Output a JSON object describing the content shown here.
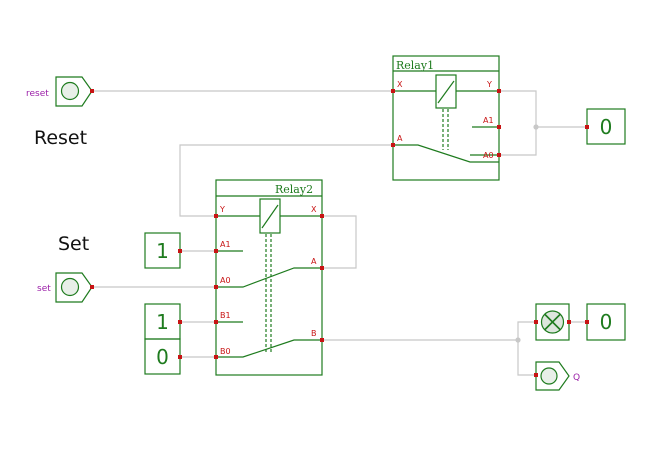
{
  "inputs": {
    "reset": "reset",
    "set": "set"
  },
  "labels": {
    "reset_text": "Reset",
    "set_text": "Set"
  },
  "relay1": {
    "title": "Relay1",
    "pin_x": "X",
    "pin_y": "Y",
    "pin_a": "A",
    "pin_a1": "A1",
    "pin_a0": "A0"
  },
  "relay2": {
    "title": "Relay2",
    "pin_y": "Y",
    "pin_x": "X",
    "pin_a1": "A1",
    "pin_a0": "A0",
    "pin_a": "A",
    "pin_b1": "B1",
    "pin_b0": "B0",
    "pin_b": "B"
  },
  "constants": {
    "c_a1": "1",
    "c_b1": "1",
    "c_b0": "0"
  },
  "outputs": {
    "top_value": "0",
    "lamp_value": "0",
    "q_label": "Q"
  },
  "colors": {
    "component": "#1e7b1e",
    "wire": "#c8c8c8",
    "pin": "#c81414",
    "io_label": "#9b1fa8"
  }
}
